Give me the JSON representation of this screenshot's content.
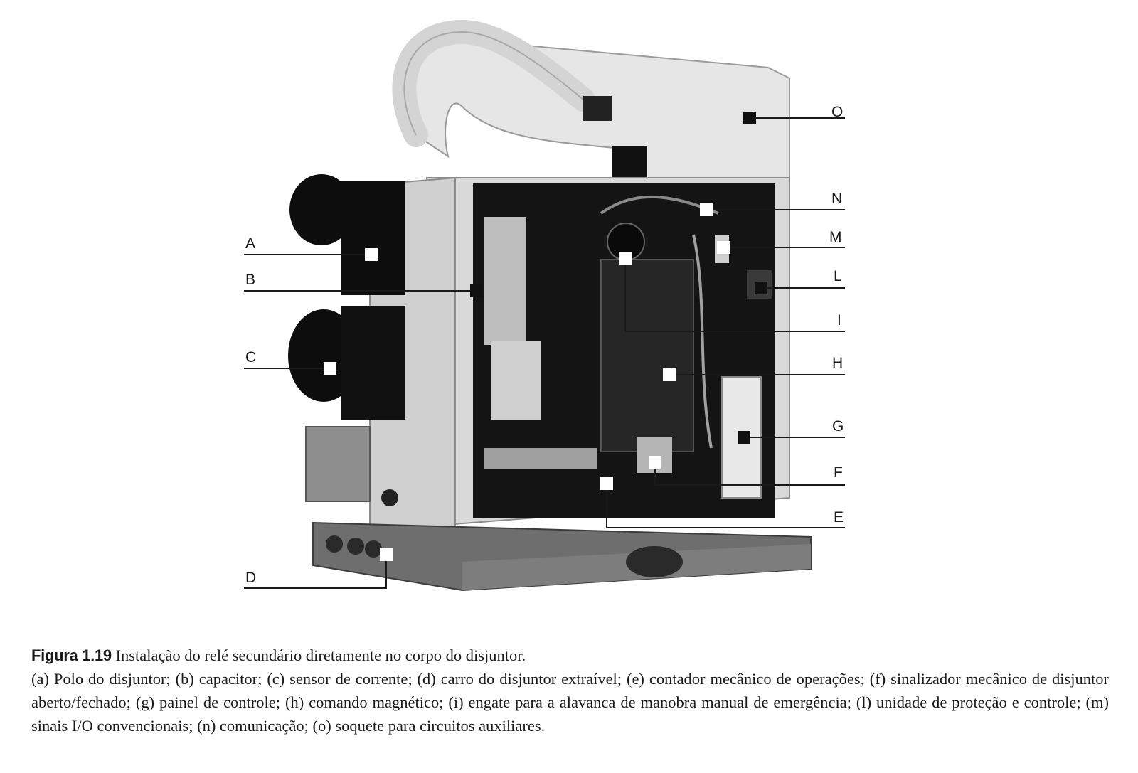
{
  "figure": {
    "labels": [
      "A",
      "B",
      "C",
      "D",
      "E",
      "F",
      "G",
      "H",
      "I",
      "L",
      "M",
      "N",
      "O"
    ]
  },
  "caption": {
    "number": "Figura 1.19",
    "title": "Instalação do relé secundário diretamente no corpo do disjuntor.",
    "description": "(a) Polo do disjuntor; (b) capacitor; (c) sensor de corrente; (d) carro do disjuntor extraível; (e) contador mecânico de operações; (f) sinalizador mecânico de disjuntor aberto/fechado; (g) painel de controle; (h) comando magnético; (i) engate para a alavanca de manobra manual de emergência; (l) unidade de proteção e controle; (m) sinais I/O convencionais; (n) comunicação; (o) soquete para circuitos auxiliares."
  }
}
